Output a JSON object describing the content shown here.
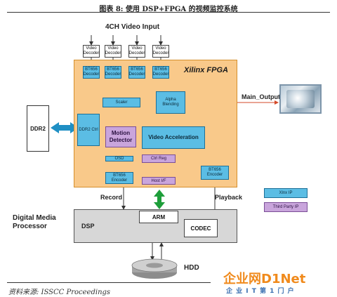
{
  "header": {
    "caption": "图表 8: 使用 DSP+FPGA 的视频监控系统"
  },
  "labels": {
    "input": "4CH Video Input",
    "fpga": "Xilinx FPGA",
    "main_output": "Main_Output",
    "ddr2_external": "DDR2",
    "record": "Record",
    "playback": "Playback",
    "dmp_line1": "Digital Media",
    "dmp_line2": "Processor",
    "dsp": "DSP",
    "arm": "ARM",
    "codec": "CODEC",
    "hdd": "HDD"
  },
  "decoders": [
    "Video Decoder",
    "Video Decoder",
    "Video Decoder",
    "Video Decoder"
  ],
  "bt656_decoders": [
    "BT656 Decoder",
    "BT656 Decoder",
    "BT656 Decoder",
    "BT656 Decoder"
  ],
  "blocks": {
    "scaler": "Scaler",
    "alpha_blending": "Alpha Blending",
    "ddr2_ctrl": "DDR2 Ctrl",
    "motion_detector": "Motion Detector",
    "video_acceleration": "Video Acceleration",
    "osd": "OSD",
    "ctrl_reg": "Ctrl Reg",
    "host_if": "Host I/F",
    "bt656_encoder_left": "BT656 Encoder",
    "bt656_encoder_right": "BT656 Encoder"
  },
  "legend": {
    "xilinx_ip": "Xlnx IP",
    "third_party_ip": "Third Party IP"
  },
  "footer": {
    "source": "资料来源: ISSCC Proceedings"
  },
  "watermark": {
    "brand": "企业网D1Net",
    "tagline": "企 业 I T 第 1 门 户"
  },
  "colors": {
    "fpga_fill": "#f9c98a",
    "block_blue": "#5bbde4",
    "block_purple": "#c9a5dc",
    "dmp_gray": "#d7d7d7",
    "arrow_blue": "#1f8fc4",
    "arrow_green": "#1e9e3a",
    "output_red": "#d34a2a",
    "watermark_orange": "#f08a1c"
  }
}
